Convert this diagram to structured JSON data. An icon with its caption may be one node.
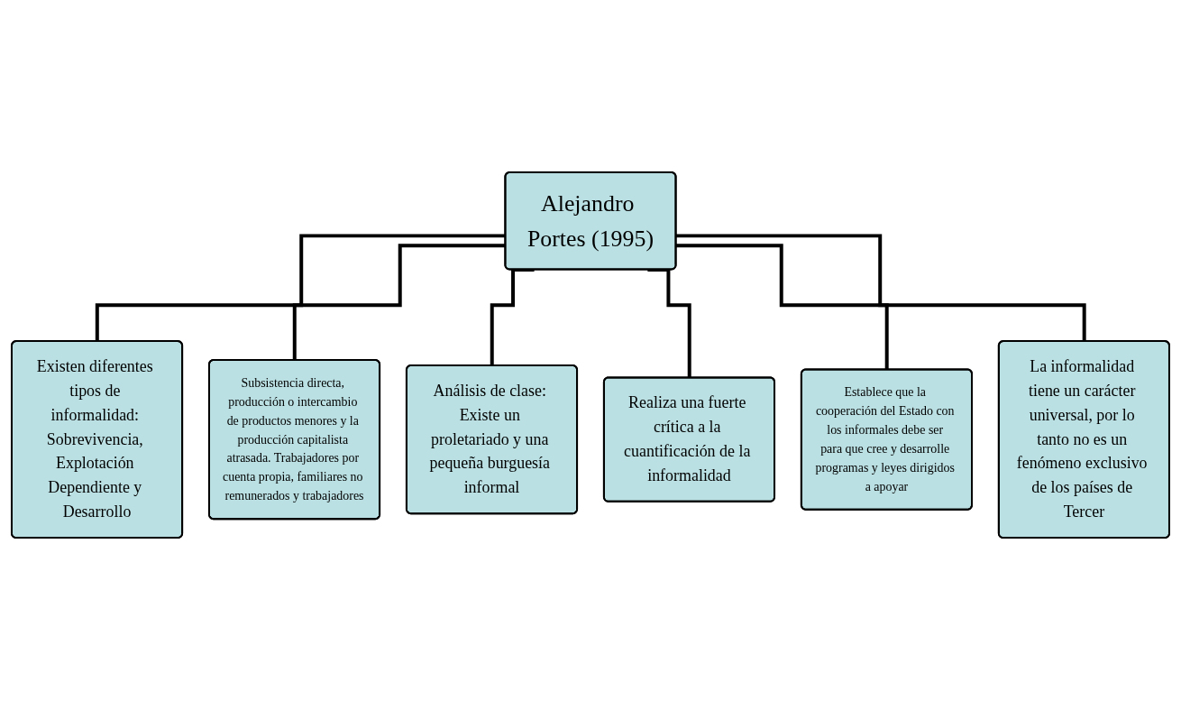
{
  "diagram": {
    "nodes": [
      {
        "text": [
          "Alejandro Portes (1995)"
        ]
      },
      {
        "text": [
          "Existen diferentes tipos de informalidad: Sobrevivencia, Explotación Dependiente y Desarrollo"
        ]
      },
      {
        "text": [
          "Subsistencia directa, producción o intercambio de productos menores y la producción capitalista atrasada. Trabajadores por cuenta propia, familiares no remunerados y trabajadores"
        ]
      },
      {
        "text": [
          "Análisis de clase: Existe un proletariado y una pequeña burguesía informal"
        ]
      },
      {
        "text": [
          "Realiza una fuerte crítica a la cuantificación de la informalidad"
        ]
      },
      {
        "text": [
          "Establece que la cooperación del Estado con los informales debe ser para que cree y desarrolle programas y leyes dirigidos a apoyar"
        ]
      },
      {
        "text": [
          "La informalidad tiene un carácter universal, por lo tanto no es un fenómeno exclusivo de los países de Tercer"
        ]
      }
    ],
    "edges": [
      {
        "from": 0,
        "to": 1,
        "arrow": "none"
      },
      {
        "from": 0,
        "to": 2,
        "arrow": "none"
      },
      {
        "from": 0,
        "to": 3,
        "arrow": "none"
      },
      {
        "from": 0,
        "to": 4,
        "arrow": "none"
      },
      {
        "from": 0,
        "to": 5,
        "arrow": "none"
      },
      {
        "from": 0,
        "to": 6,
        "arrow": "none"
      }
    ]
  }
}
